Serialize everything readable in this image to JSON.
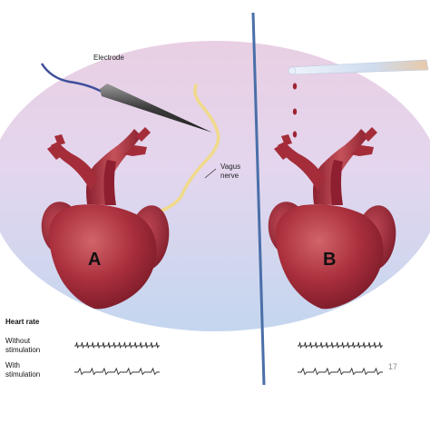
{
  "labels": {
    "electrode": "Electrode",
    "vagus_line1": "Vagus",
    "vagus_line2": "nerve",
    "heart_a": "A",
    "heart_b": "B"
  },
  "heart_rate": {
    "title": "Heart rate",
    "without_line1": "Without",
    "without_line2": "stimulation",
    "with_line1": "With",
    "with_line2": "stimulation"
  },
  "slide_number": "17",
  "colors": {
    "background_pink": "#ecd3e6",
    "background_blue": "#c7d7ee",
    "divider": "#4a6fa8",
    "heart_dark": "#8e1f30",
    "heart_mid": "#b0343f",
    "heart_light": "#cf5b62",
    "nerve": "#f0da8a",
    "electrode_wire": "#3f4f9a",
    "pipette": "#d9e6f5",
    "drop": "#9c2433"
  }
}
